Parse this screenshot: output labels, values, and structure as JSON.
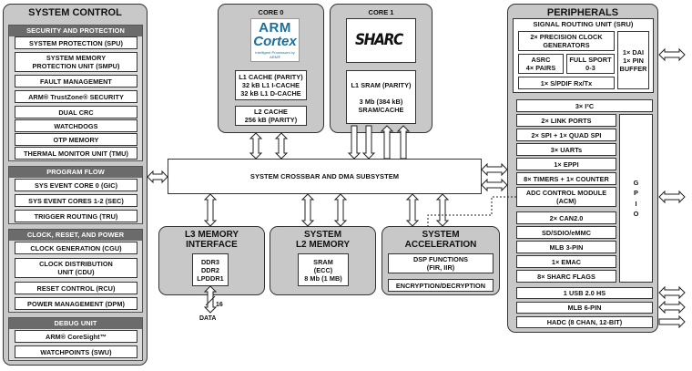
{
  "system_control": {
    "title": "SYSTEM CONTROL",
    "security": {
      "title": "SECURITY AND PROTECTION",
      "items": [
        "SYSTEM PROTECTION (SPU)",
        "SYSTEM MEMORY\nPROTECTION UNIT (SMPU)",
        "FAULT MANAGEMENT",
        "ARM® TrustZone® SECURITY",
        "DUAL CRC",
        "WATCHDOGS",
        "OTP MEMORY",
        "THERMAL MONITOR UNIT (TMU)"
      ]
    },
    "program_flow": {
      "title": "PROGRAM FLOW",
      "items": [
        "SYS EVENT CORE 0 (GIC)",
        "SYS EVENT CORES 1-2 (SEC)",
        "TRIGGER ROUTING (TRU)"
      ]
    },
    "clock_reset_power": {
      "title": "CLOCK, RESET, AND POWER",
      "items": [
        "CLOCK GENERATION (CGU)",
        "CLOCK DISTRIBUTION\nUNIT (CDU)",
        "RESET CONTROL (RCU)",
        "POWER MANAGEMENT (DPM)"
      ]
    },
    "debug": {
      "title": "DEBUG UNIT",
      "items": [
        "ARM® CoreSight™",
        "WATCHPOINTS (SWU)"
      ]
    }
  },
  "core0": {
    "title": "CORE 0",
    "logo_top": "ARM",
    "logo_mid": "Cortex",
    "logo_sub": "Intelligent Processors by ARM®",
    "l1": "L1 CACHE (PARITY)\n32 kB L1 I-CACHE\n32 kB L1 D-CACHE",
    "l2": "L2 CACHE\n256 kB (PARITY)"
  },
  "core1": {
    "title": "CORE 1",
    "logo": "SHARC",
    "sram": "L1 SRAM (PARITY)\n\n3 Mb (384 kB)\nSRAM/CACHE"
  },
  "crossbar": "SYSTEM CROSSBAR AND DMA SUBSYSTEM",
  "l3": {
    "title": "L3 MEMORY\nINTERFACE",
    "box": "DDR3\nDDR2\nLPDDR1",
    "bus_width": "16",
    "data_label": "DATA"
  },
  "l2mem": {
    "title": "SYSTEM\nL2 MEMORY",
    "box": "SRAM\n(ECC)\n8 Mb (1 MB)"
  },
  "accel": {
    "title": "SYSTEM\nACCELERATION",
    "dsp": "DSP FUNCTIONS\n(FIR, IIR)",
    "enc": "ENCRYPTION/DECRYPTION"
  },
  "peripherals": {
    "title": "PERIPHERALS",
    "sru": {
      "title": "SIGNAL ROUTING UNIT (SRU)",
      "pcg": "2× PRECISION CLOCK\nGENERATORS",
      "asrc": "ASRC\n4× PAIRS",
      "sport": "FULL SPORT\n0-3",
      "spdif": "1× S/PDIF Rx/Tx",
      "dai": "1× DAI\n1× PIN\nBUFFER"
    },
    "items": [
      "3× I²C",
      "2× LINK PORTS",
      "2× SPI + 1× QUAD SPI",
      "3× UARTs",
      "1× EPPI",
      "8× TIMERS + 1× COUNTER",
      "ADC CONTROL MODULE\n(ACM)",
      "2× CAN2.0",
      "SD/SDIO/eMMC",
      "MLB 3-PIN",
      "1× EMAC",
      "8× SHARC FLAGS"
    ],
    "gpio": "G\nP\nI\nO",
    "bottom": [
      "1 USB 2.0 HS",
      "MLB 6-PIN",
      "HADC (8 CHAN, 12-BIT)"
    ]
  }
}
